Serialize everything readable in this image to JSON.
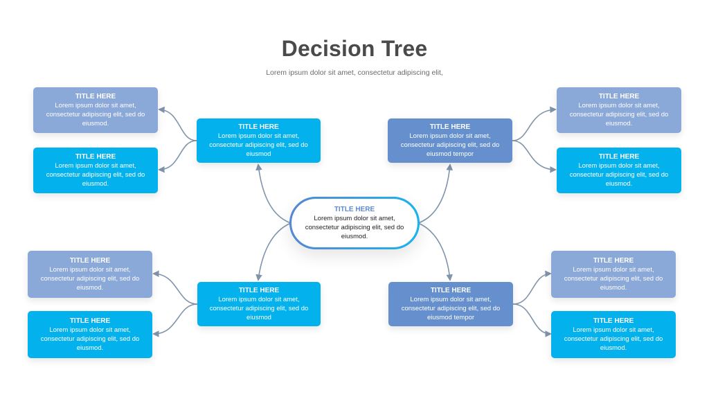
{
  "title": "Decision Tree",
  "subtitle": "Lorem ipsum dolor sit amet, consectetur adipiscing elit,",
  "colors": {
    "cyan": "#03b1ec",
    "lavender": "#8aa8d8",
    "blue": "#6690cd",
    "connector": "#7f93aa"
  },
  "center": {
    "title": "TITLE HERE",
    "lines": [
      "Lorem ipsum dolor sit amet,",
      "consectetur adipiscing elit, sed do",
      "eiusmod."
    ]
  },
  "branches": [
    {
      "title": "TITLE HERE",
      "lines": [
        "Lorem ipsum dolor sit amet,",
        "consectetur adipiscing elit, sed do",
        "eiusmod"
      ]
    },
    {
      "title": "TITLE HERE",
      "lines": [
        "Lorem ipsum dolor sit amet,",
        "consectetur adipiscing elit, sed do",
        "eiusmod tempor"
      ]
    },
    {
      "title": "TITLE HERE",
      "lines": [
        "Lorem ipsum dolor sit amet,",
        "consectetur adipiscing elit, sed do",
        "eiusmod"
      ]
    },
    {
      "title": "TITLE HERE",
      "lines": [
        "Lorem ipsum dolor sit amet,",
        "consectetur adipiscing elit, sed do",
        "eiusmod tempor"
      ]
    }
  ],
  "leaves": [
    {
      "title": "TITLE HERE",
      "lines": [
        "Lorem ipsum dolor sit amet,",
        "consectetur adipiscing elit, sed do",
        "eiusmod."
      ]
    },
    {
      "title": "TITLE HERE",
      "lines": [
        "Lorem ipsum dolor sit amet,",
        "consectetur adipiscing elit, sed do",
        "eiusmod."
      ]
    },
    {
      "title": "TITLE HERE",
      "lines": [
        "Lorem ipsum dolor sit amet,",
        "consectetur adipiscing elit, sed do",
        "eiusmod."
      ]
    },
    {
      "title": "TITLE HERE",
      "lines": [
        "Lorem ipsum dolor sit amet,",
        "consectetur adipiscing elit, sed do",
        "eiusmod."
      ]
    },
    {
      "title": "TITLE HERE",
      "lines": [
        "Lorem ipsum dolor sit amet,",
        "consectetur adipiscing elit, sed do",
        "eiusmod."
      ]
    },
    {
      "title": "TITLE HERE",
      "lines": [
        "Lorem ipsum dolor sit amet,",
        "consectetur adipiscing elit, sed do",
        "eiusmod."
      ]
    },
    {
      "title": "TITLE HERE",
      "lines": [
        "Lorem ipsum dolor sit amet,",
        "consectetur adipiscing elit, sed do",
        "eiusmod."
      ]
    },
    {
      "title": "TITLE HERE",
      "lines": [
        "Lorem ipsum dolor sit amet,",
        "consectetur adipiscing elit, sed do",
        "eiusmod."
      ]
    }
  ]
}
